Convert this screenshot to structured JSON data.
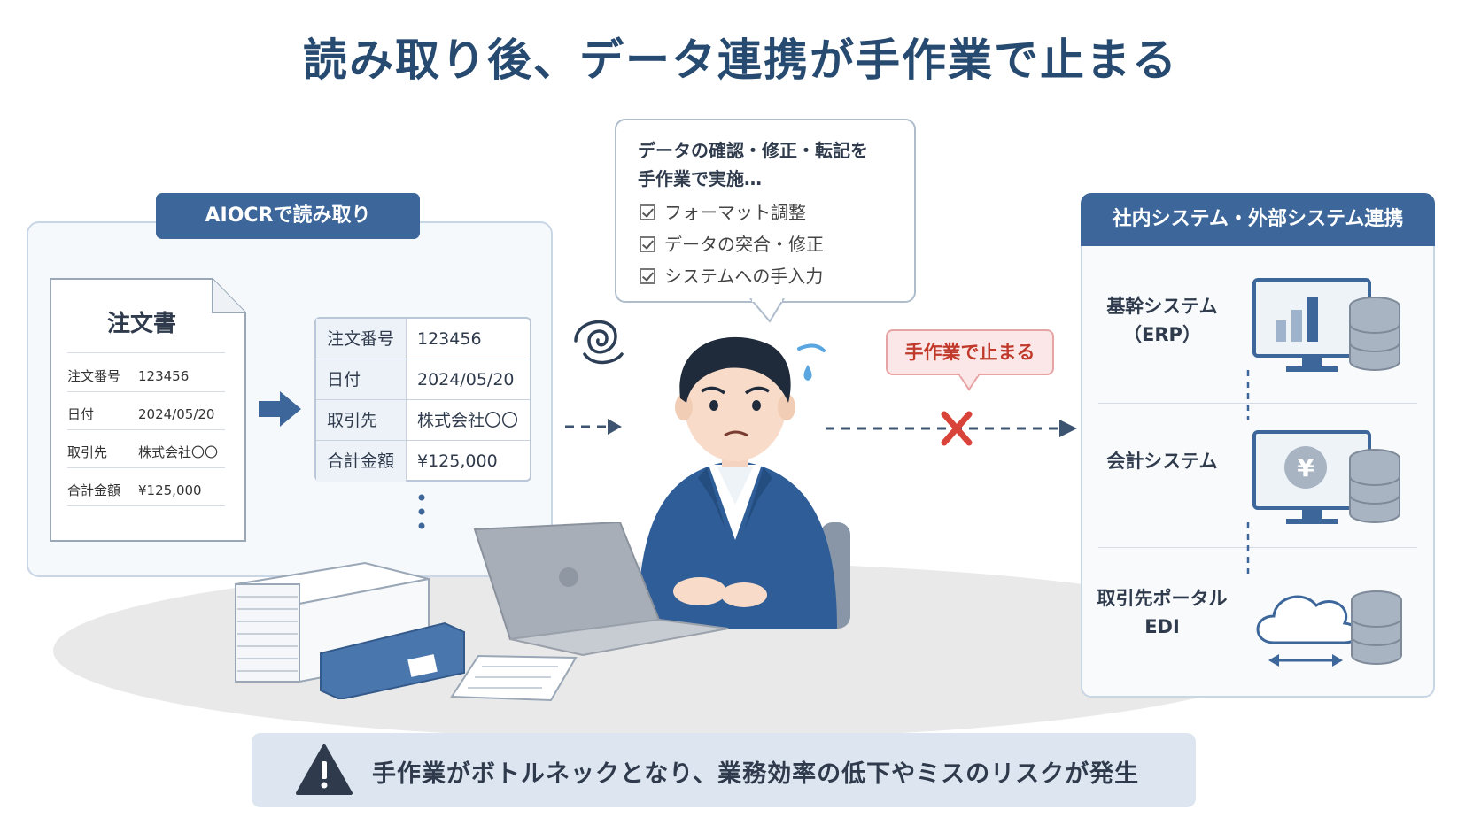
{
  "title": "読み取り後、データ連携が手作業で止まる",
  "ocr": {
    "tag": "AIOCRで読み取り",
    "document": {
      "title": "注文書",
      "rows": [
        {
          "key": "注文番号",
          "value": "123456"
        },
        {
          "key": "日付",
          "value": "2024/05/20"
        },
        {
          "key": "取引先",
          "value": "株式会社〇〇"
        },
        {
          "key": "合計金額",
          "value": "¥125,000"
        }
      ]
    },
    "table": [
      {
        "key": "注文番号",
        "value": "123456"
      },
      {
        "key": "日付",
        "value": "2024/05/20"
      },
      {
        "key": "取引先",
        "value": "株式会社〇〇"
      },
      {
        "key": "合計金額",
        "value": "¥125,000"
      }
    ]
  },
  "bubble": {
    "line1": "データの確認・修正・転記を",
    "line2": "手作業で実施…",
    "checks": [
      "フォーマット調整",
      "データの突合・修正",
      "システムへの手入力"
    ]
  },
  "stop_label": "手作業で止まる",
  "systems": {
    "header": "社内システム・外部システム連携",
    "items": [
      {
        "line1": "基幹システム",
        "line2": "（ERP）",
        "icon": "monitor-chart-icon"
      },
      {
        "line1": "会計システム",
        "line2": "",
        "icon": "monitor-yen-icon"
      },
      {
        "line1": "取引先ポータル",
        "line2": "EDI",
        "icon": "cloud-icon"
      }
    ]
  },
  "banner": {
    "text": "手作業がボトルネックとなり、業務効率の低下やミスのリスクが発生"
  },
  "colors": {
    "primary": "#3d679a",
    "title": "#274a70",
    "alert": "#d9443a",
    "panel_border": "#c8d6e5"
  }
}
